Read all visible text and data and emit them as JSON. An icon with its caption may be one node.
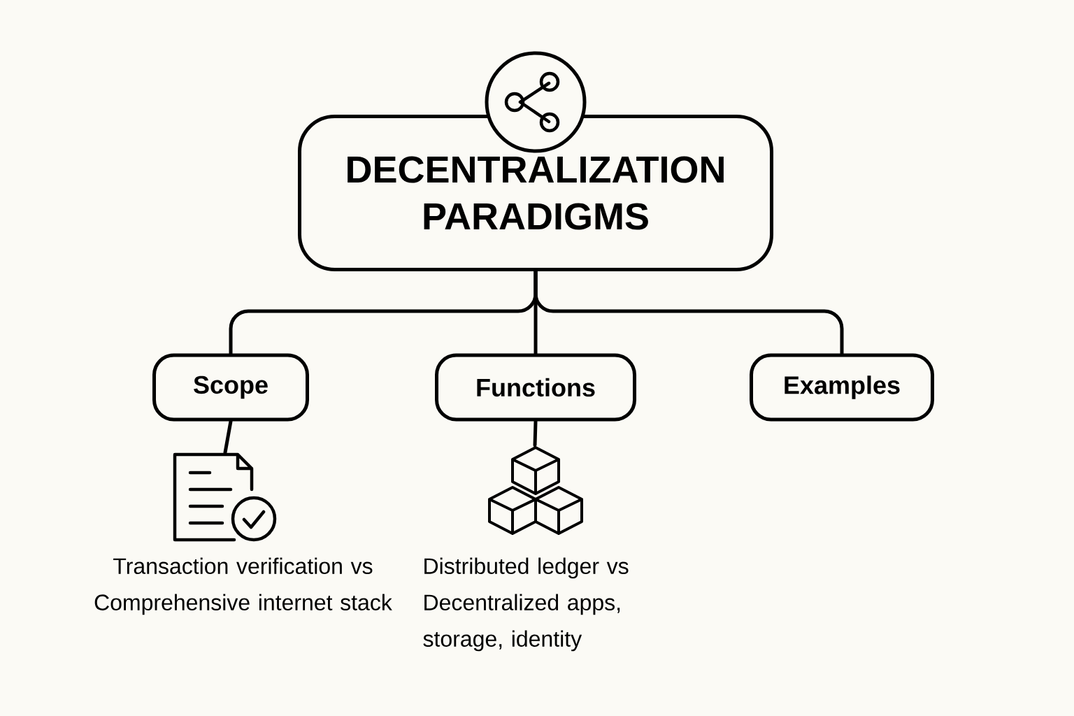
{
  "diagram": {
    "nodes": [
      {
        "text": [],
        "shape": "circle"
      },
      {
        "text": [
          "DECENTRALIZATION PARADIGMS"
        ]
      },
      {
        "text": [
          "Scope"
        ]
      },
      {
        "text": [
          "Functions"
        ]
      },
      {
        "text": [
          "Examples"
        ]
      },
      {
        "text": [],
        "shape": "document",
        "beside": [
          "Transaction verification vs Comprehensive internet stack"
        ]
      },
      {
        "text": [],
        "shape": "cubes",
        "beside": [
          "Distributed ledger vs Decentralized apps, storage, identity"
        ]
      }
    ],
    "edges": [
      {
        "from": 1,
        "to": 2,
        "arrow": "none"
      },
      {
        "from": 1,
        "to": 3,
        "arrow": "none"
      },
      {
        "from": 1,
        "to": 4,
        "arrow": "none"
      },
      {
        "from": 2,
        "to": 5,
        "arrow": "none"
      },
      {
        "from": 3,
        "to": 6,
        "arrow": "none"
      }
    ]
  }
}
